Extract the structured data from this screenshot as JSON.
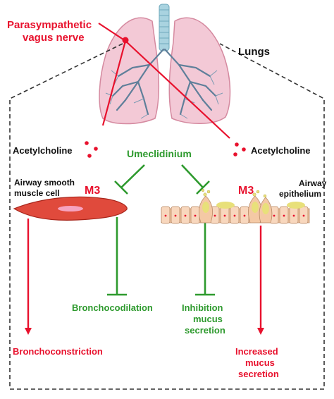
{
  "labels": {
    "nerve_line1": "Parasympathetic",
    "nerve_line2": "vagus nerve",
    "lungs": "Lungs",
    "ach_left": "Acetylcholine",
    "ach_right": "Acetylcholine",
    "drug": "Umeclidinium",
    "smooth_line1": "Airway smooth",
    "smooth_line2": "muscle cell",
    "m3_left": "M3",
    "m3_right": "M3",
    "epi_line1": "Airway",
    "epi_line2": "epithelium",
    "bronchodilation": "Bronchocodilation",
    "inhib_line1": "Inhibition",
    "inhib_line2": "mucus",
    "inhib_line3": "secretion",
    "bronchoconstriction": "Bronchoconstriction",
    "incr_line1": "Increased",
    "incr_line2": "mucus",
    "incr_line3": "secretion"
  },
  "colors": {
    "red": "#e8112d",
    "green": "#2e9a2e",
    "black": "#111111",
    "lung_fill": "#f3c9d6",
    "bronchi": "#5f7f9a",
    "trachea": "#a9d3e0",
    "muscle": "#e04a3c",
    "epithelium": "#f4c9a5",
    "mucus": "#e8e07a"
  }
}
